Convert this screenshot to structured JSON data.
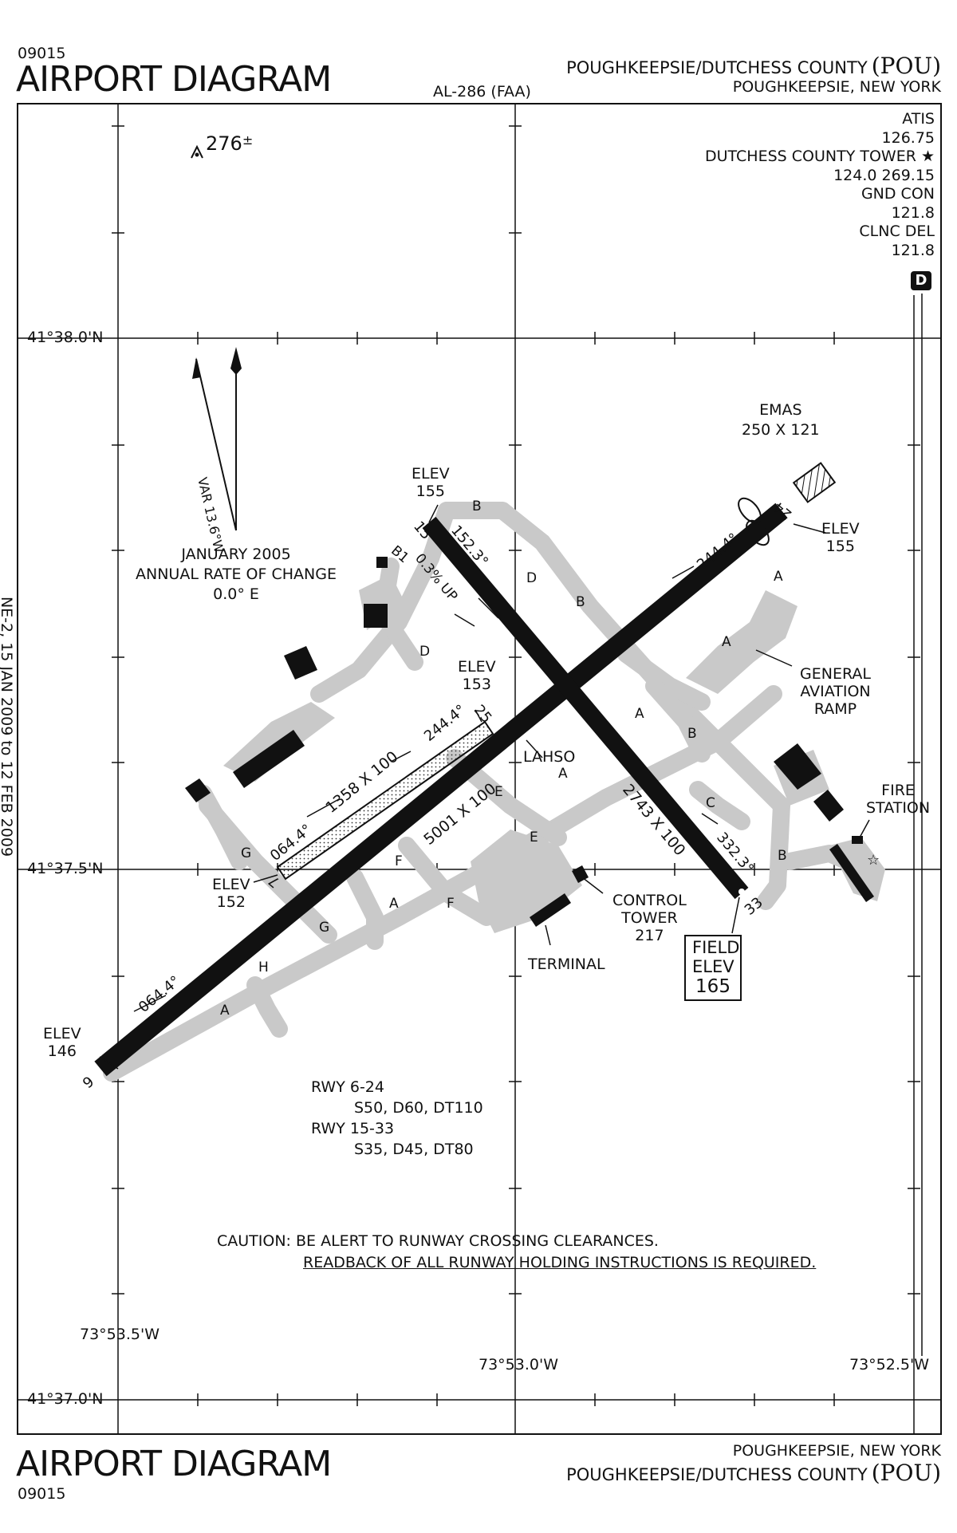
{
  "header": {
    "number": "09015",
    "title": "AIRPORT DIAGRAM",
    "faa_id": "AL-286 (FAA)",
    "airport_name": "POUGHKEEPSIE/DUTCHESS COUNTY",
    "airport_code": "(POU)",
    "city": "POUGHKEEPSIE, NEW YORK"
  },
  "footer": {
    "title": "AIRPORT DIAGRAM",
    "number": "09015",
    "city": "POUGHKEEPSIE, NEW YORK",
    "airport_name": "POUGHKEEPSIE/DUTCHESS COUNTY",
    "airport_code": "(POU)"
  },
  "frequencies": {
    "atis_label": "ATIS",
    "atis": "126.75",
    "tower_label": "DUTCHESS COUNTY TOWER",
    "tower": "124.0  269.15",
    "gnd_label": "GND CON",
    "gnd": "121.8",
    "clnc_label": "CLNC DEL",
    "clnc": "121.8",
    "badge": "D"
  },
  "obstacle": {
    "height": "276",
    "suffix": "±"
  },
  "magnetic": {
    "var": "VAR 13.6°W",
    "date": "JANUARY 2005",
    "rate_label": "ANNUAL RATE OF CHANGE",
    "rate": "0.0° E"
  },
  "grid": {
    "lat_top": "41°38.0'N",
    "lat_mid": "41°37.5'N",
    "lat_bottom": "41°37.0'N",
    "lon_left": "73°53.5'W",
    "lon_mid": "73°53.0'W",
    "lon_right": "73°52.5'W"
  },
  "runways": {
    "rwy6_24": {
      "end_6": "6",
      "end_24": "24",
      "heading_6": "064.4°",
      "heading_24": "244.4°",
      "size": "5001 X 100",
      "elev_6_label": "ELEV",
      "elev_6": "146",
      "elev_24_label": "ELEV",
      "elev_24": "155"
    },
    "rwy15_33": {
      "end_15": "15",
      "end_33": "33",
      "heading_15": "152.3°",
      "heading_33": "332.3°",
      "size": "2743 X 100",
      "slope": "0.3% UP",
      "elev_15_label": "ELEV",
      "elev_15": "155"
    },
    "rwy7_25": {
      "end_7": "7",
      "end_25": "25",
      "heading_7": "064.4°",
      "heading_25": "244.4°",
      "size": "1358 X 100",
      "elev_7_label": "ELEV",
      "elev_7": "152",
      "elev_25_label": "ELEV",
      "elev_25": "153"
    }
  },
  "emas": {
    "label": "EMAS",
    "size": "250 X 121"
  },
  "taxiways": [
    "B",
    "B1",
    "D",
    "D",
    "B",
    "A",
    "A",
    "A",
    "B",
    "E",
    "E",
    "C",
    "B",
    "G",
    "F",
    "A",
    "F",
    "G",
    "H",
    "A",
    "A"
  ],
  "labels": {
    "lahso": "LAHSO",
    "ga_ramp": [
      "GENERAL",
      "AVIATION",
      "RAMP"
    ],
    "fire_station": [
      "FIRE",
      "STATION"
    ],
    "control_tower": [
      "CONTROL",
      "TOWER",
      "217"
    ],
    "terminal": "TERMINAL",
    "field_elev": [
      "FIELD",
      "ELEV",
      "165"
    ]
  },
  "strength": {
    "rwy1": "RWY 6-24",
    "rwy1_vals": "S50, D60, DT110",
    "rwy2": "RWY 15-33",
    "rwy2_vals": "S35, D45, DT80"
  },
  "caution": {
    "prefix": "CAUTION:",
    "line1": "BE ALERT TO RUNWAY CROSSING CLEARANCES.",
    "line2": "READBACK OF ALL RUNWAY HOLDING INSTRUCTIONS IS REQUIRED."
  },
  "side_text": "NE-2, 15 JAN 2009 to 12 FEB 2009"
}
